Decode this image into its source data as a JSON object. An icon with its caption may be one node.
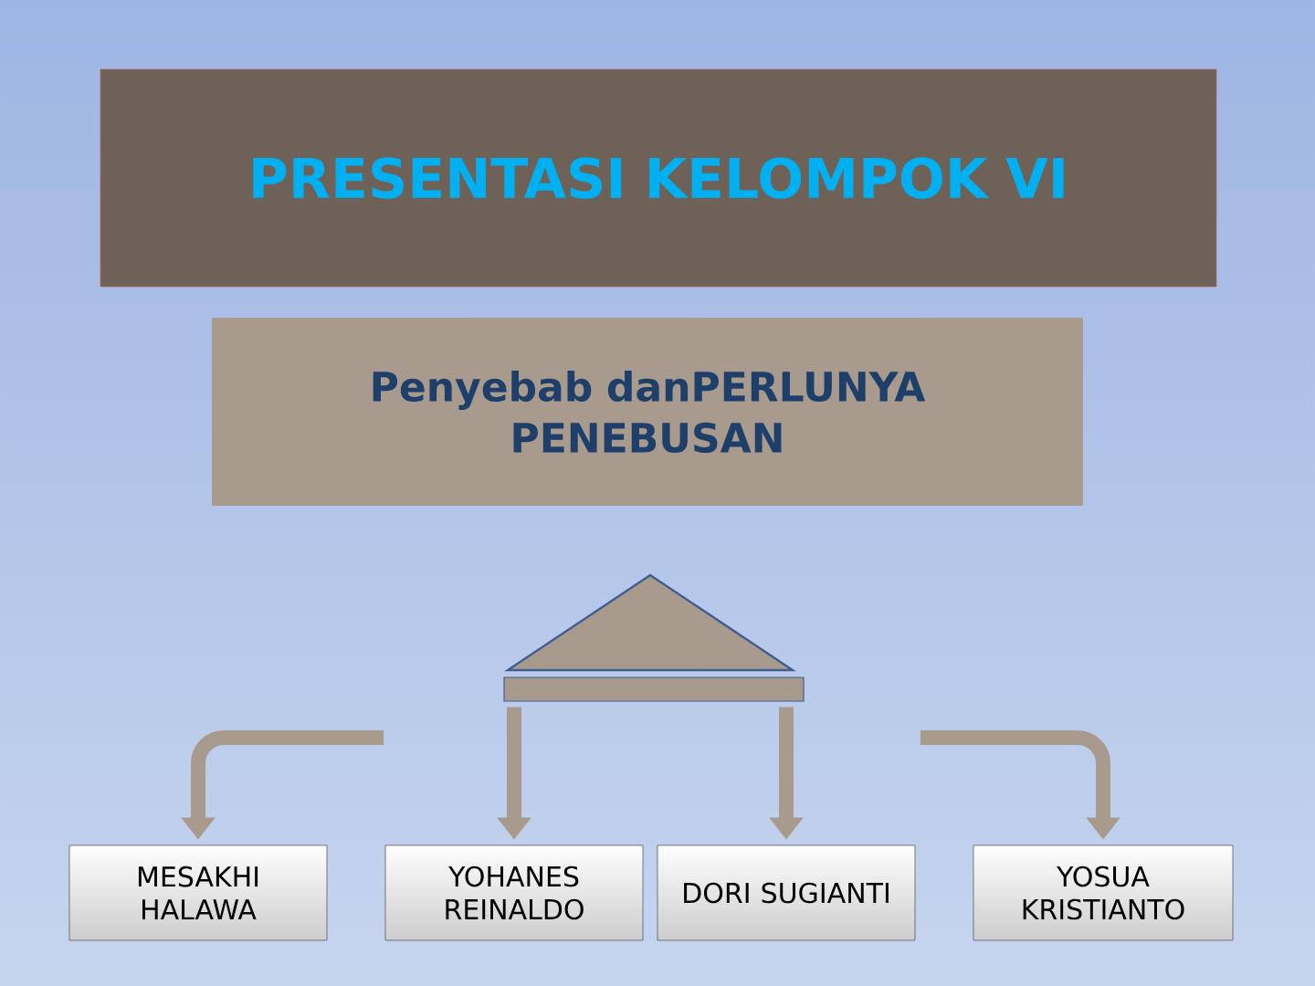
{
  "diagram": {
    "title": "PRESENTASI KELOMPOK VI",
    "nodes": [
      {
        "text": [
          "Penyebab danPERLUNYA PENEBUSAN"
        ]
      },
      {
        "text": [],
        "shape": "triangle"
      },
      {
        "text": [
          "MESAKHI HALAWA"
        ]
      },
      {
        "text": [
          "YOHANES REINALDO"
        ]
      },
      {
        "text": [
          "DORI SUGIANTI"
        ]
      },
      {
        "text": [
          "YOSUA KRISTIANTO"
        ]
      }
    ],
    "edges": [
      {
        "from": null,
        "to": 2,
        "arrow": "to"
      },
      {
        "from": 1,
        "to": 3,
        "arrow": "to"
      },
      {
        "from": 1,
        "to": 4,
        "arrow": "to"
      },
      {
        "from": null,
        "to": 5,
        "arrow": "to"
      }
    ]
  }
}
